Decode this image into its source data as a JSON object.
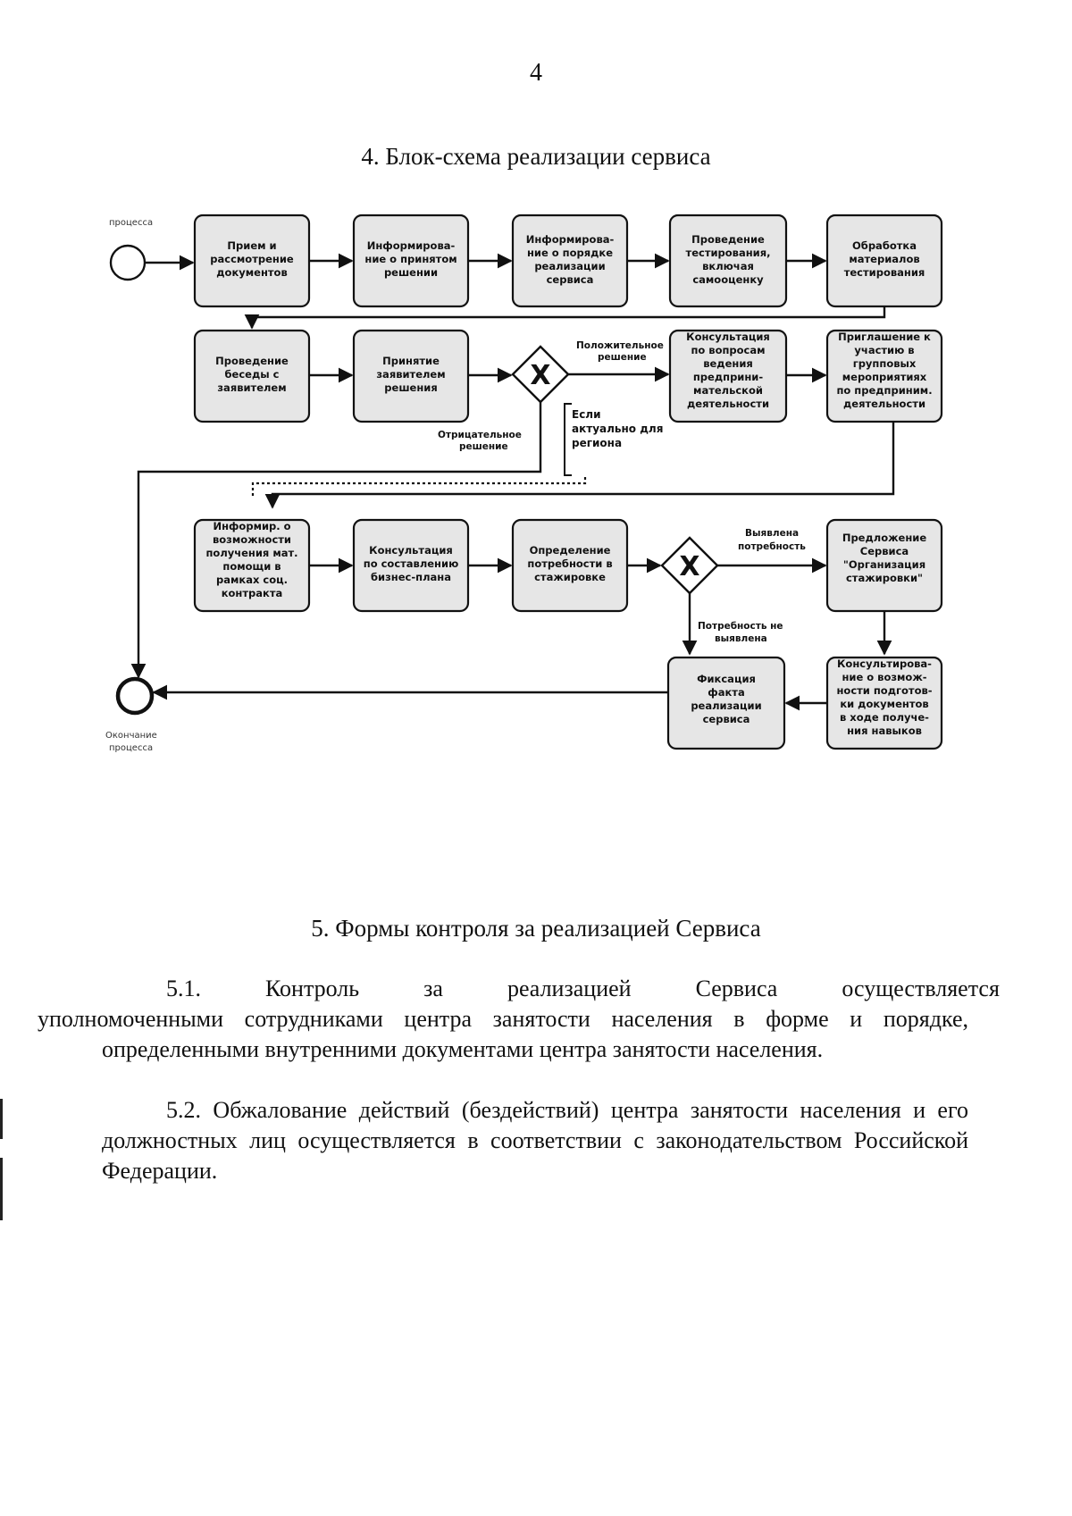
{
  "page_number": "4",
  "section4": {
    "title": "4.  Блок-схема реализации сервиса",
    "start_label": "процесса",
    "end_label_line1": "Окончание",
    "end_label_line2": "процесса",
    "row1": [
      [
        "Прием и",
        "рассмотрение",
        "документов"
      ],
      [
        "Информирова-",
        "ние о принятом",
        "решении"
      ],
      [
        "Информирова-",
        "ние о порядке",
        "реализации",
        "сервиса"
      ],
      [
        "Проведение",
        "тестирования,",
        "включая",
        "самооценку"
      ],
      [
        "Обработка",
        "материалов",
        "тестирования"
      ]
    ],
    "row2": [
      [
        "Проведение",
        "беседы с",
        "заявителем"
      ],
      [
        "Принятие",
        "заявителем",
        "решения"
      ],
      [
        "Консультация",
        "по вопросам",
        "ведения",
        "предприни-",
        "мательской",
        "деятельности"
      ],
      [
        "Приглашение к",
        "участию в",
        "групповых",
        "мероприятиях",
        "по предприним.",
        "деятельности"
      ]
    ],
    "row3": [
      [
        "Информир. о",
        "возможности",
        "получения мат.",
        "помощи в",
        "рамках соц.",
        "контракта"
      ],
      [
        "Консультация",
        "по составлению",
        "бизнес-плана"
      ],
      [
        "Определение",
        "потребности в",
        "стажировке"
      ],
      [
        "Предложение",
        "Сервиса",
        "\"Организация",
        "стажировки\""
      ]
    ],
    "row4": [
      [
        "Фиксация",
        "факта",
        "реализации",
        "сервиса"
      ],
      [
        "Консультирова-",
        "ние о возмож-",
        "ности подготов-",
        "ки документов",
        "в ходе получе-",
        "ния навыков"
      ]
    ],
    "gateway_symbol": "X",
    "labels": {
      "positive_line1": "Положительное",
      "positive_line2": "решение",
      "negative_line1": "Отрицательное",
      "negative_line2": "решение",
      "region_line1": "Если",
      "region_line2": "актуально для",
      "region_line3": "региона",
      "need_found_line1": "Выявлена",
      "need_found_line2": "потребность",
      "need_not_found_line1": "Потребность не",
      "need_not_found_line2": "выявлена"
    }
  },
  "section5": {
    "title": "5.  Формы контроля за реализацией Сервиса",
    "p51_words": [
      "5.1.",
      "Контроль",
      "за",
      "реализацией",
      "Сервиса",
      "осуществляется"
    ],
    "p51_rest": "уполномоченными сотрудниками центра занятости населения в форме и порядке, определенными внутренними документами центра занятости населения.",
    "p52": "5.2. Обжалование действий (бездействий) центра занятости населения и его должностных лиц осуществляется в соответствии с законодательством Российской Федерации."
  }
}
